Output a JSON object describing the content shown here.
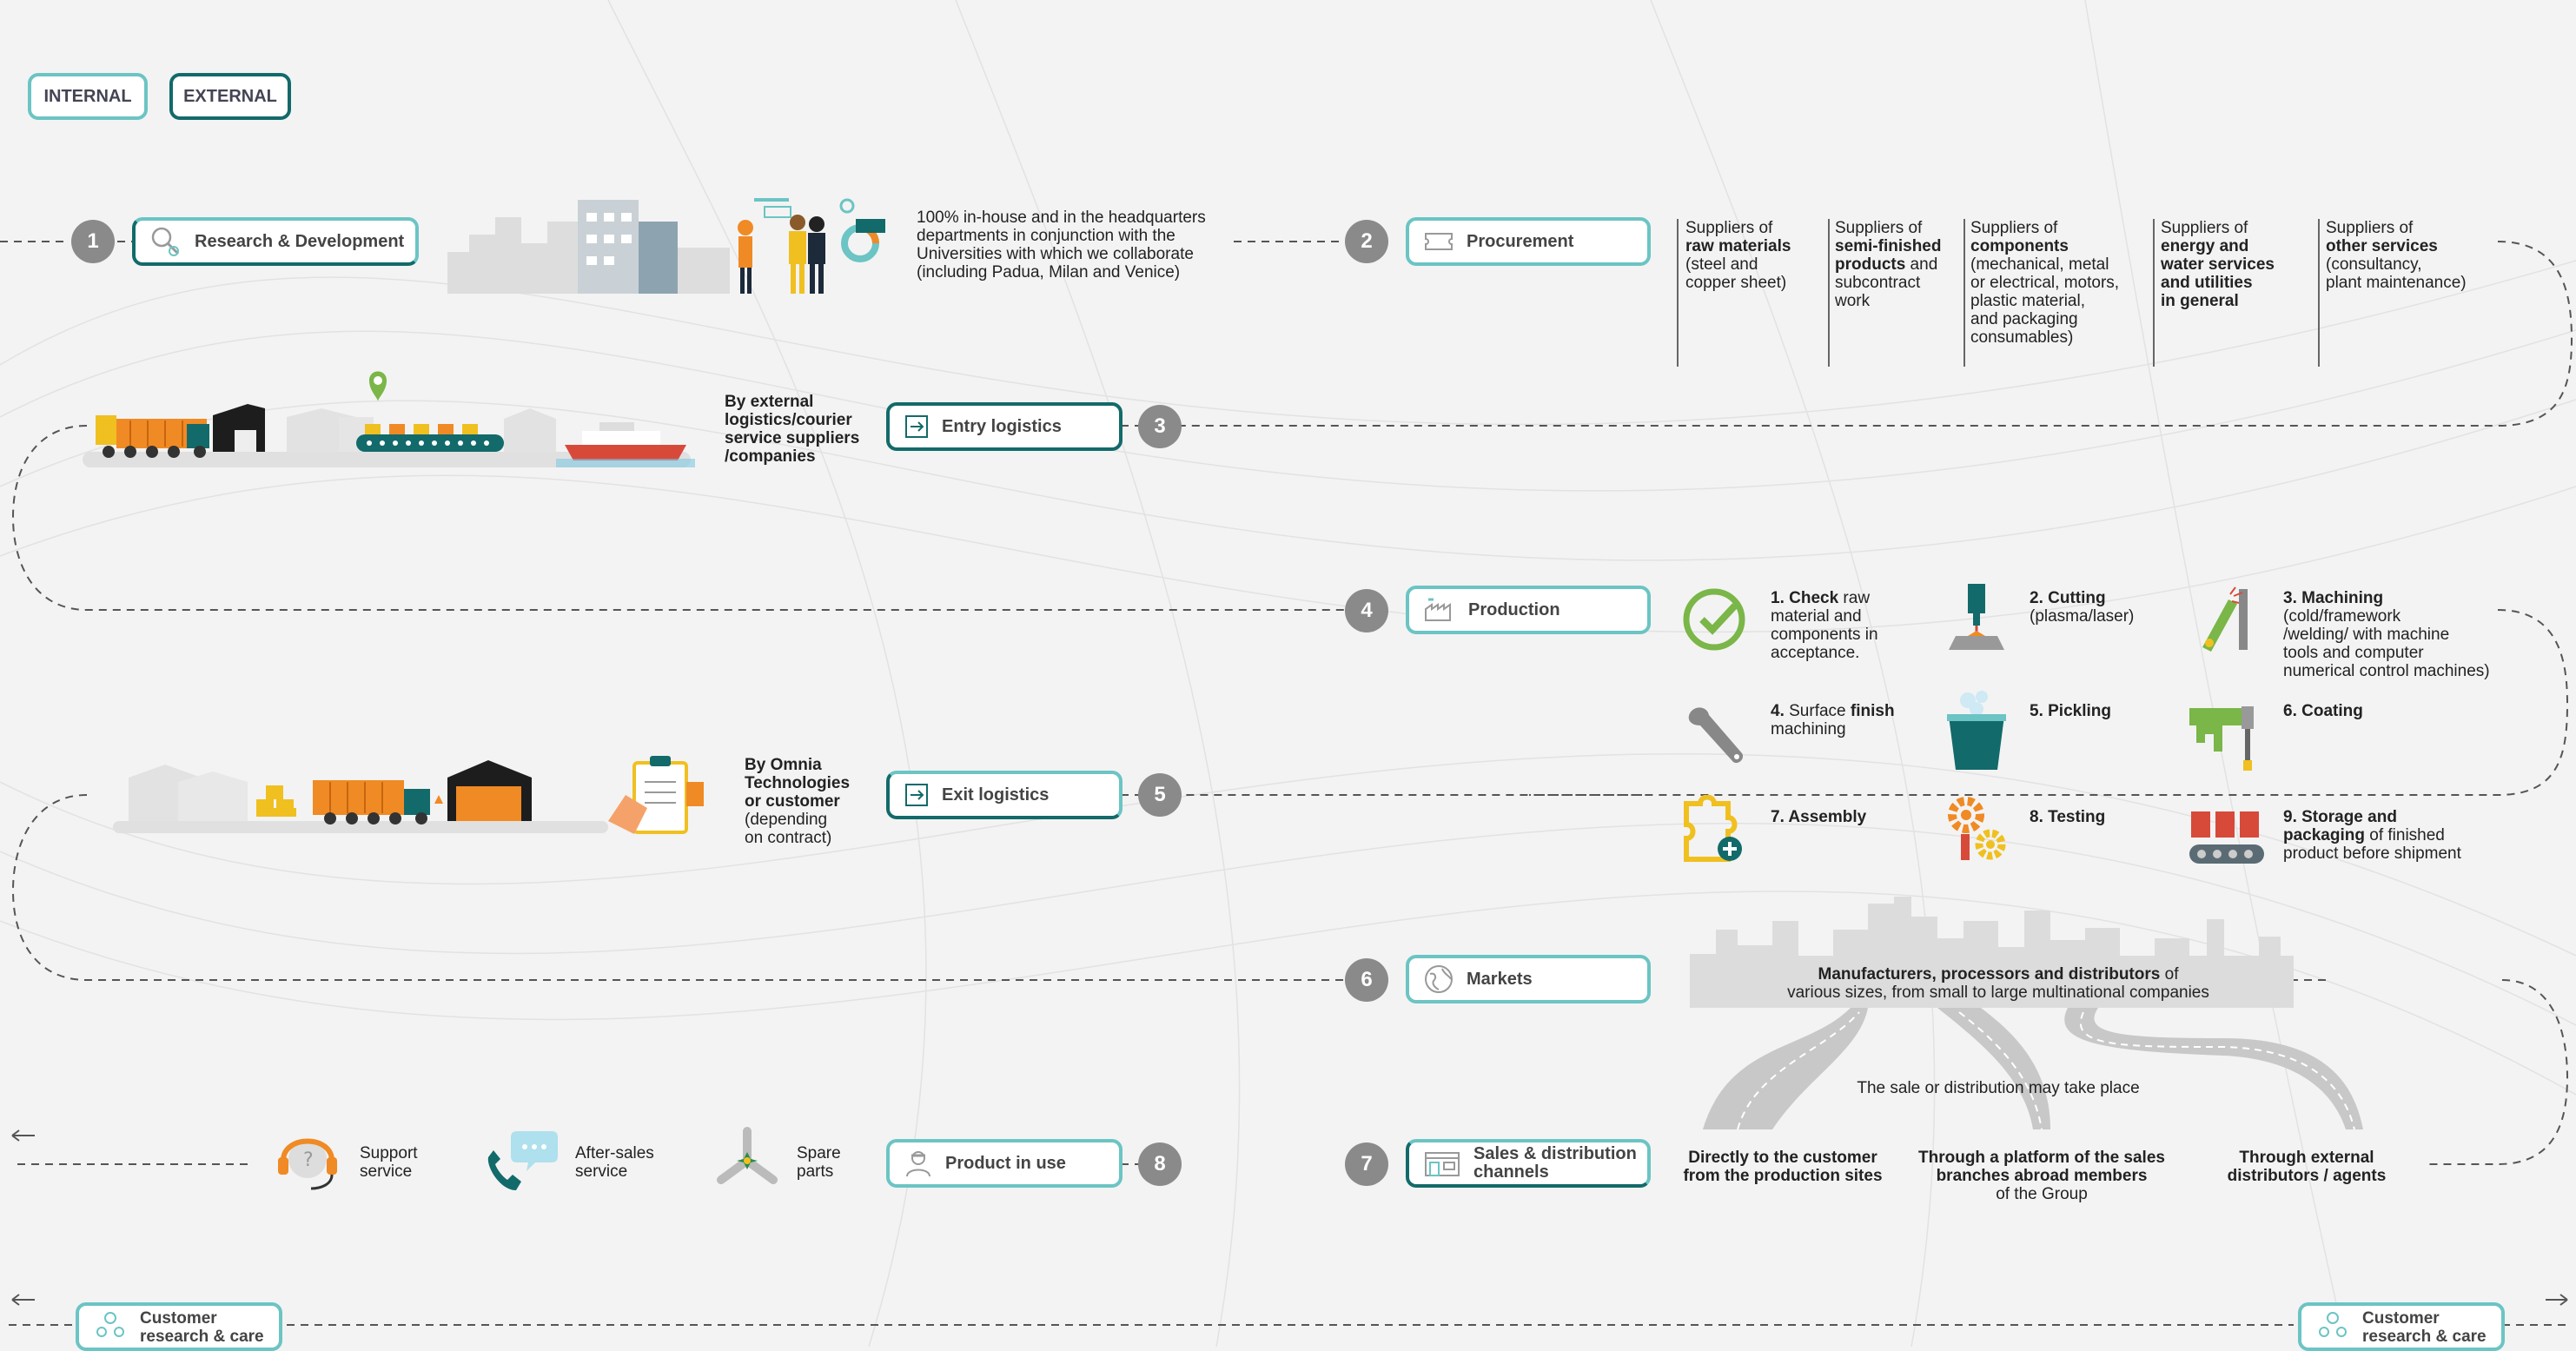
{
  "legend": {
    "internal": "INTERNAL",
    "external": "EXTERNAL"
  },
  "stages": {
    "s1": {
      "num": "1",
      "label": "Research & Development",
      "icon": "search-icon",
      "desc": [
        "100% in-house and in the headquarters",
        "departments in conjunction with the",
        "Universities with which we collaborate",
        "(including Padua, Milan and Venice)"
      ]
    },
    "s2": {
      "num": "2",
      "label": "Procurement",
      "icon": "ticket-icon"
    },
    "s3": {
      "num": "3",
      "label": "Entry logistics",
      "icon": "entry-arrow-icon",
      "desc": [
        "By external",
        "logistics/courier",
        "service suppliers",
        "/companies"
      ]
    },
    "s4": {
      "num": "4",
      "label": "Production",
      "icon": "factory-icon"
    },
    "s5": {
      "num": "5",
      "label": "Exit logistics",
      "icon": "exit-arrow-icon",
      "desc": [
        "By Omnia",
        "Technologies",
        "or customer",
        "(depending",
        "on contract)"
      ]
    },
    "s6": {
      "num": "6",
      "label": "Markets",
      "icon": "globe-icon"
    },
    "s7": {
      "num": "7",
      "label_l1": "Sales & distribution",
      "label_l2": "channels",
      "icon": "storefront-icon"
    },
    "s8": {
      "num": "8",
      "label": "Product in use",
      "icon": "worker-icon"
    }
  },
  "suppliers": [
    {
      "l1": "Suppliers of",
      "b1": "raw materials",
      "r": [
        "(steel and",
        "copper sheet)"
      ]
    },
    {
      "l1": "Suppliers of",
      "b1": "semi-finished",
      "b2": "products",
      "t2": " and",
      "r": [
        "subcontract",
        "work"
      ]
    },
    {
      "l1": "Suppliers of",
      "b1": "components",
      "r": [
        "(mechanical, metal",
        "or electrical, motors,",
        "plastic material,",
        "and packaging",
        "consumables)"
      ]
    },
    {
      "l1": "Suppliers of",
      "b1": "energy and",
      "b2": "water services",
      "b3": "and utilities",
      "b4": "in general"
    },
    {
      "l1": "Suppliers of",
      "b1": "other services",
      "r": [
        "(consultancy,",
        "plant maintenance)"
      ]
    }
  ],
  "production_steps": [
    {
      "bold": "1. Check",
      "rest1": " raw",
      "rest": [
        "material and",
        "components in",
        "acceptance."
      ],
      "icon": "checkmark-icon"
    },
    {
      "bold": "2. Cutting",
      "rest": [
        "(plasma/laser)"
      ],
      "icon": "laser-cutter-icon"
    },
    {
      "bold": "3. Machining",
      "rest": [
        "(cold/framework",
        "/welding/ with machine",
        "tools and computer",
        "numerical control machines)"
      ],
      "icon": "welding-torch-icon"
    },
    {
      "bold": "4.",
      "rest1": " Surface ",
      "bold2": "finish",
      "rest": [
        "machining"
      ],
      "icon": "wrench-icon"
    },
    {
      "bold": "5. Pickling",
      "rest": [],
      "icon": "bucket-icon"
    },
    {
      "bold": "6. Coating",
      "rest": [],
      "icon": "paint-roller-icon"
    },
    {
      "bold": "7. Assembly",
      "rest": [],
      "icon": "puzzle-piece-icon"
    },
    {
      "bold": "8. Testing",
      "rest": [],
      "icon": "gears-icon"
    },
    {
      "bold": "9. Storage and",
      "bold2": "packaging",
      "rest1": " of finished",
      "rest": [
        "product before shipment"
      ],
      "icon": "conveyor-boxes-icon"
    }
  ],
  "markets": {
    "bold": "Manufacturers, processors and distributors",
    "rest1": " of",
    "line2": "various sizes, from small to large multinational companies"
  },
  "distribution": {
    "note": "The sale or distribution may take place",
    "channels": [
      {
        "l1": "Directly to the customer",
        "l2": "from the production sites"
      },
      {
        "l1": "Through a platform of the sales",
        "l2": "branches abroad members",
        "l3": "of the Group"
      },
      {
        "l1": "Through external",
        "l2": "distributors / agents"
      }
    ]
  },
  "product_in_use": [
    {
      "l1": "Support",
      "l2": "service",
      "icon": "headset-icon"
    },
    {
      "l1": "After-sales",
      "l2": "service",
      "icon": "phone-chat-icon"
    },
    {
      "l1": "Spare",
      "l2": "parts",
      "icon": "spare-parts-icon"
    }
  ],
  "customer_care": {
    "l1": "Customer",
    "l2": "research & care"
  },
  "colors": {
    "internal_border": "#6cc4c4",
    "external_border": "#136a6a",
    "stage_circle": "#8a8a8a",
    "accent_orange": "#f08a24",
    "accent_teal": "#136a6a"
  }
}
